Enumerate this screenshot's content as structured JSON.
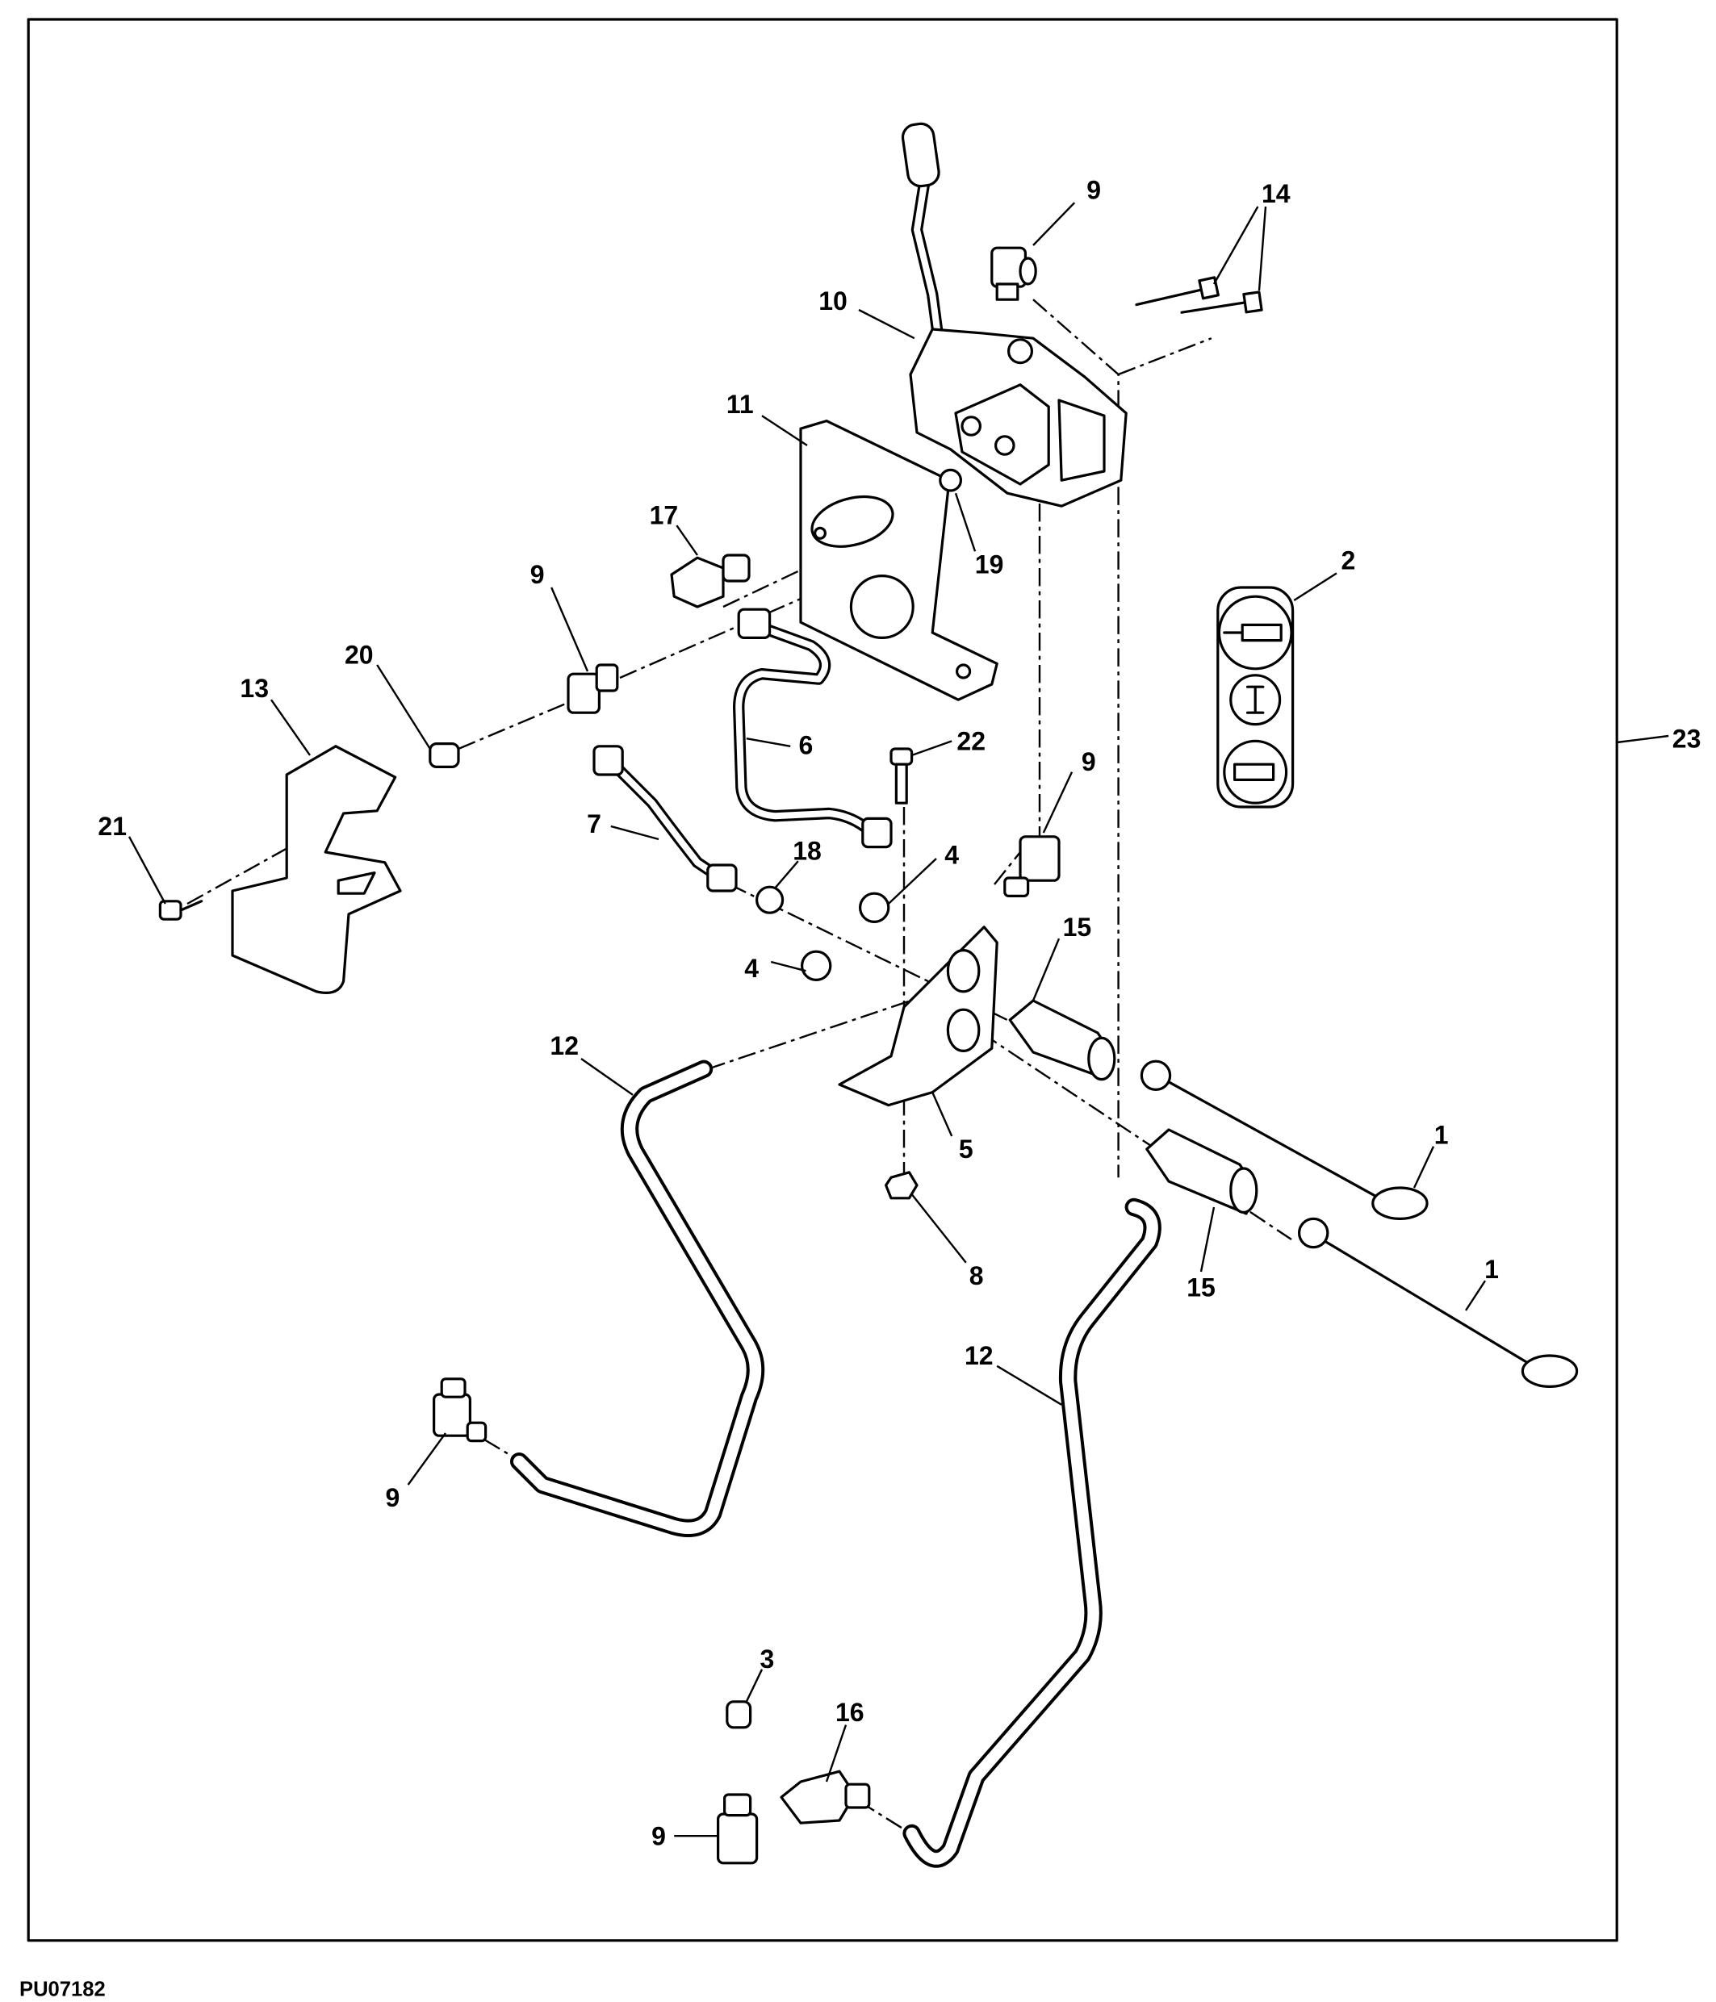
{
  "figure_id": "PU07182",
  "callouts": [
    {
      "text": "9"
    },
    {
      "text": "14"
    },
    {
      "text": "10"
    },
    {
      "text": "11"
    },
    {
      "text": "17"
    },
    {
      "text": "19"
    },
    {
      "text": "2"
    },
    {
      "text": "9"
    },
    {
      "text": "20"
    },
    {
      "text": "13"
    },
    {
      "text": "22"
    },
    {
      "text": "6"
    },
    {
      "text": "23"
    },
    {
      "text": "9"
    },
    {
      "text": "21"
    },
    {
      "text": "7"
    },
    {
      "text": "18"
    },
    {
      "text": "4"
    },
    {
      "text": "15"
    },
    {
      "text": "4"
    },
    {
      "text": "12"
    },
    {
      "text": "5"
    },
    {
      "text": "1"
    },
    {
      "text": "8"
    },
    {
      "text": "15"
    },
    {
      "text": "1"
    },
    {
      "text": "12"
    },
    {
      "text": "9"
    },
    {
      "text": "3"
    },
    {
      "text": "16"
    },
    {
      "text": "9"
    }
  ],
  "colors": {
    "line": "#000000",
    "background": "#ffffff"
  }
}
